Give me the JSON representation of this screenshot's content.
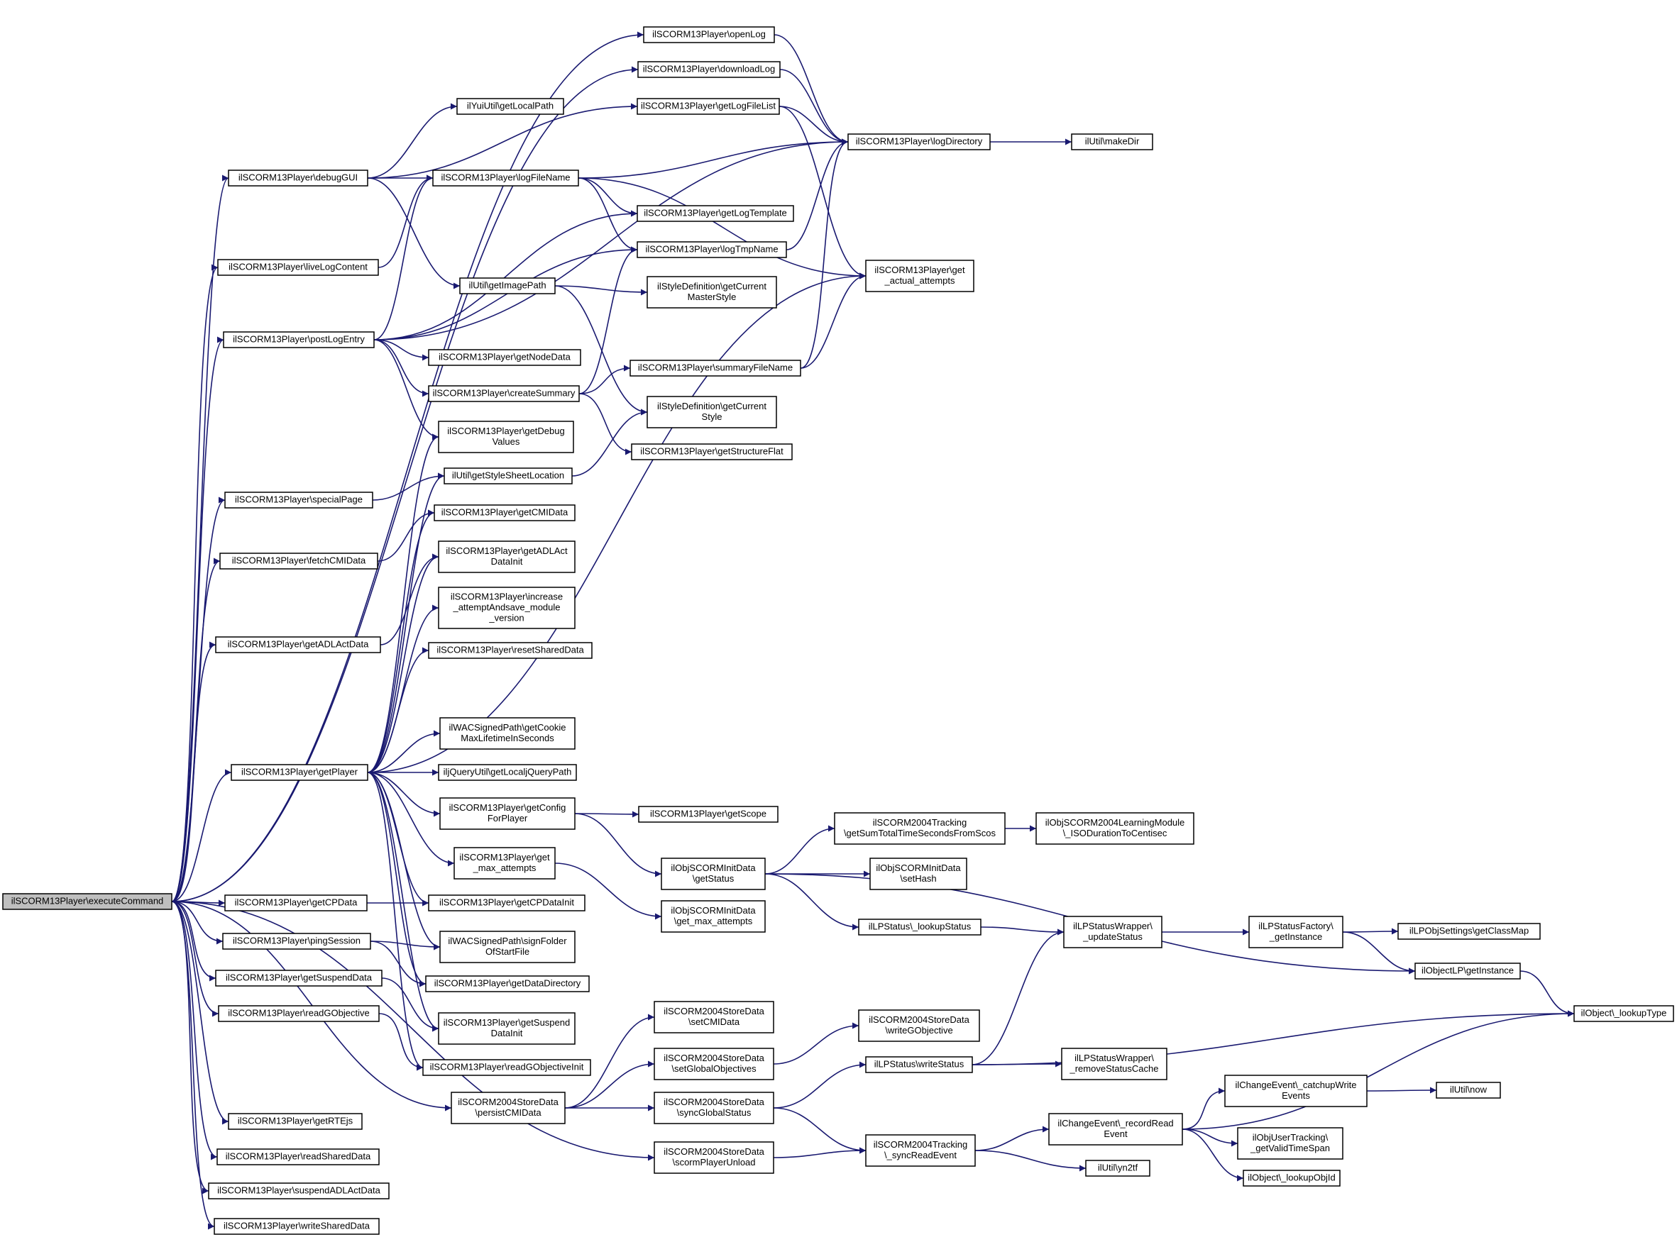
{
  "nodes": [
    {
      "id": "execCmd",
      "lines": [
        "ilSCORM13Player\\executeCommand"
      ],
      "root": true
    },
    {
      "id": "openLog",
      "lines": [
        "ilSCORM13Player\\openLog"
      ]
    },
    {
      "id": "downloadLog",
      "lines": [
        "ilSCORM13Player\\downloadLog"
      ]
    },
    {
      "id": "yuiLocalPath",
      "lines": [
        "ilYuiUtil\\getLocalPath"
      ]
    },
    {
      "id": "getLogFileList",
      "lines": [
        "ilSCORM13Player\\getLogFileList"
      ]
    },
    {
      "id": "logDirectory",
      "lines": [
        "ilSCORM13Player\\logDirectory"
      ]
    },
    {
      "id": "makeDir",
      "lines": [
        "ilUtil\\makeDir"
      ]
    },
    {
      "id": "debugGUI",
      "lines": [
        "ilSCORM13Player\\debugGUI"
      ]
    },
    {
      "id": "logFileName",
      "lines": [
        "ilSCORM13Player\\logFileName"
      ]
    },
    {
      "id": "getLogTemplate",
      "lines": [
        "ilSCORM13Player\\getLogTemplate"
      ]
    },
    {
      "id": "liveLogContent",
      "lines": [
        "ilSCORM13Player\\liveLogContent"
      ]
    },
    {
      "id": "logTmpName",
      "lines": [
        "ilSCORM13Player\\logTmpName"
      ]
    },
    {
      "id": "getActualAttempts",
      "lines": [
        "ilSCORM13Player\\get",
        "_actual_attempts"
      ]
    },
    {
      "id": "getImagePath",
      "lines": [
        "ilUtil\\getImagePath"
      ]
    },
    {
      "id": "curMasterStyle",
      "lines": [
        "ilStyleDefinition\\getCurrent",
        "MasterStyle"
      ]
    },
    {
      "id": "postLogEntry",
      "lines": [
        "ilSCORM13Player\\postLogEntry"
      ]
    },
    {
      "id": "getNodeData",
      "lines": [
        "ilSCORM13Player\\getNodeData"
      ]
    },
    {
      "id": "summaryFileName",
      "lines": [
        "ilSCORM13Player\\summaryFileName"
      ]
    },
    {
      "id": "createSummary",
      "lines": [
        "ilSCORM13Player\\createSummary"
      ]
    },
    {
      "id": "curStyle",
      "lines": [
        "ilStyleDefinition\\getCurrent",
        "Style"
      ]
    },
    {
      "id": "getDebugValues",
      "lines": [
        "ilSCORM13Player\\getDebug",
        "Values"
      ]
    },
    {
      "id": "getStructureFlat",
      "lines": [
        "ilSCORM13Player\\getStructureFlat"
      ]
    },
    {
      "id": "styleSheetLoc",
      "lines": [
        "ilUtil\\getStyleSheetLocation"
      ]
    },
    {
      "id": "specialPage",
      "lines": [
        "ilSCORM13Player\\specialPage"
      ]
    },
    {
      "id": "getCMIData",
      "lines": [
        "ilSCORM13Player\\getCMIData"
      ]
    },
    {
      "id": "fetchCMIData",
      "lines": [
        "ilSCORM13Player\\fetchCMIData"
      ]
    },
    {
      "id": "getADLActDataInit",
      "lines": [
        "ilSCORM13Player\\getADLAct",
        "DataInit"
      ]
    },
    {
      "id": "increaseAttempt",
      "lines": [
        "ilSCORM13Player\\increase",
        "_attemptAndsave_module",
        "_version"
      ]
    },
    {
      "id": "getADLActData",
      "lines": [
        "ilSCORM13Player\\getADLActData"
      ]
    },
    {
      "id": "resetSharedData",
      "lines": [
        "ilSCORM13Player\\resetSharedData"
      ]
    },
    {
      "id": "wacCookie",
      "lines": [
        "ilWACSignedPath\\getCookie",
        "MaxLifetimeInSeconds"
      ]
    },
    {
      "id": "getPlayer",
      "lines": [
        "ilSCORM13Player\\getPlayer"
      ]
    },
    {
      "id": "jQueryPath",
      "lines": [
        "iljQueryUtil\\getLocaljQueryPath"
      ]
    },
    {
      "id": "getConfigForPlayer",
      "lines": [
        "ilSCORM13Player\\getConfig",
        "ForPlayer"
      ]
    },
    {
      "id": "getScope",
      "lines": [
        "ilSCORM13Player\\getScope"
      ]
    },
    {
      "id": "getSumTotal",
      "lines": [
        "ilSCORM2004Tracking",
        "\\getSumTotalTimeSecondsFromScos"
      ]
    },
    {
      "id": "isoDuration",
      "lines": [
        "ilObjSCORM2004LearningModule",
        "\\_ISODurationToCentisec"
      ]
    },
    {
      "id": "getMaxAttempts",
      "lines": [
        "ilSCORM13Player\\get",
        "_max_attempts"
      ]
    },
    {
      "id": "initDataGetStatus",
      "lines": [
        "ilObjSCORMInitData",
        "\\getStatus"
      ]
    },
    {
      "id": "initDataSetHash",
      "lines": [
        "ilObjSCORMInitData",
        "\\setHash"
      ]
    },
    {
      "id": "getCPData",
      "lines": [
        "ilSCORM13Player\\getCPData"
      ]
    },
    {
      "id": "getCPDataInit",
      "lines": [
        "ilSCORM13Player\\getCPDataInit"
      ]
    },
    {
      "id": "initDataMaxAttempts",
      "lines": [
        "ilObjSCORMInitData",
        "\\get_max_attempts"
      ]
    },
    {
      "id": "lpLookupStatus",
      "lines": [
        "ilLPStatus\\_lookupStatus"
      ]
    },
    {
      "id": "lpUpdateStatus",
      "lines": [
        "ilLPStatusWrapper\\",
        "_updateStatus"
      ]
    },
    {
      "id": "lpFactory",
      "lines": [
        "ilLPStatusFactory\\",
        "_getInstance"
      ]
    },
    {
      "id": "lpClassMap",
      "lines": [
        "ilLPObjSettings\\getClassMap"
      ]
    },
    {
      "id": "pingSession",
      "lines": [
        "ilSCORM13Player\\pingSession"
      ]
    },
    {
      "id": "wacSignFolder",
      "lines": [
        "ilWACSignedPath\\signFolder",
        "OfStartFile"
      ]
    },
    {
      "id": "objectLPInstance",
      "lines": [
        "ilObjectLP\\getInstance"
      ]
    },
    {
      "id": "getSuspendData",
      "lines": [
        "ilSCORM13Player\\getSuspendData"
      ]
    },
    {
      "id": "getDataDirectory",
      "lines": [
        "ilSCORM13Player\\getDataDirectory"
      ]
    },
    {
      "id": "readGObjective",
      "lines": [
        "ilSCORM13Player\\readGObjective"
      ]
    },
    {
      "id": "getSuspendDataInit",
      "lines": [
        "ilSCORM13Player\\getSuspend",
        "DataInit"
      ]
    },
    {
      "id": "storeSetCMIData",
      "lines": [
        "ilSCORM2004StoreData",
        "\\setCMIData"
      ]
    },
    {
      "id": "storeWriteGObj",
      "lines": [
        "ilSCORM2004StoreData",
        "\\writeGObjective"
      ]
    },
    {
      "id": "lookupType",
      "lines": [
        "ilObject\\_lookupType"
      ]
    },
    {
      "id": "readGObjectiveInit",
      "lines": [
        "ilSCORM13Player\\readGObjectiveInit"
      ]
    },
    {
      "id": "storeSetGlobalObj",
      "lines": [
        "ilSCORM2004StoreData",
        "\\setGlobalObjectives"
      ]
    },
    {
      "id": "lpWriteStatus",
      "lines": [
        "ilLPStatus\\writeStatus"
      ]
    },
    {
      "id": "lpRemoveCache",
      "lines": [
        "ilLPStatusWrapper\\",
        "_removeStatusCache"
      ]
    },
    {
      "id": "catchupWrite",
      "lines": [
        "ilChangeEvent\\_catchupWrite",
        "Events"
      ]
    },
    {
      "id": "utilNow",
      "lines": [
        "ilUtil\\now"
      ]
    },
    {
      "id": "storePersist",
      "lines": [
        "ilSCORM2004StoreData",
        "\\persistCMIData"
      ]
    },
    {
      "id": "storeSyncGlobal",
      "lines": [
        "ilSCORM2004StoreData",
        "\\syncGlobalStatus"
      ]
    },
    {
      "id": "recordRead",
      "lines": [
        "ilChangeEvent\\_recordRead",
        "Event"
      ]
    },
    {
      "id": "getValidTimeSpan",
      "lines": [
        "ilObjUserTracking\\",
        "_getValidTimeSpan"
      ]
    },
    {
      "id": "getRTEjs",
      "lines": [
        "ilSCORM13Player\\getRTEjs"
      ]
    },
    {
      "id": "storeUnload",
      "lines": [
        "ilSCORM2004StoreData",
        "\\scormPlayerUnload"
      ]
    },
    {
      "id": "syncReadEvent",
      "lines": [
        "ilSCORM2004Tracking",
        "\\_syncReadEvent"
      ]
    },
    {
      "id": "readSharedData",
      "lines": [
        "ilSCORM13Player\\readSharedData"
      ]
    },
    {
      "id": "yn2tf",
      "lines": [
        "ilUtil\\yn2tf"
      ]
    },
    {
      "id": "lookupObjId",
      "lines": [
        "ilObject\\_lookupObjId"
      ]
    },
    {
      "id": "suspendADLActData",
      "lines": [
        "ilSCORM13Player\\suspendADLActData"
      ]
    },
    {
      "id": "writeSharedData",
      "lines": [
        "ilSCORM13Player\\writeSharedData"
      ]
    }
  ],
  "edges": [
    [
      "execCmd",
      "openLog"
    ],
    [
      "execCmd",
      "downloadLog"
    ],
    [
      "execCmd",
      "debugGUI"
    ],
    [
      "execCmd",
      "liveLogContent"
    ],
    [
      "execCmd",
      "postLogEntry"
    ],
    [
      "execCmd",
      "specialPage"
    ],
    [
      "execCmd",
      "fetchCMIData"
    ],
    [
      "execCmd",
      "getADLActData"
    ],
    [
      "execCmd",
      "getPlayer"
    ],
    [
      "execCmd",
      "getCPData"
    ],
    [
      "execCmd",
      "pingSession"
    ],
    [
      "execCmd",
      "getSuspendData"
    ],
    [
      "execCmd",
      "readGObjective"
    ],
    [
      "execCmd",
      "getRTEjs"
    ],
    [
      "execCmd",
      "readSharedData"
    ],
    [
      "execCmd",
      "suspendADLActData"
    ],
    [
      "execCmd",
      "writeSharedData"
    ],
    [
      "execCmd",
      "storePersist"
    ],
    [
      "execCmd",
      "storeUnload"
    ],
    [
      "openLog",
      "logDirectory"
    ],
    [
      "downloadLog",
      "logDirectory"
    ],
    [
      "getLogFileList",
      "logDirectory"
    ],
    [
      "getLogFileList",
      "getActualAttempts"
    ],
    [
      "logDirectory",
      "makeDir"
    ],
    [
      "debugGUI",
      "yuiLocalPath"
    ],
    [
      "debugGUI",
      "getLogFileList"
    ],
    [
      "debugGUI",
      "logFileName"
    ],
    [
      "debugGUI",
      "getImagePath"
    ],
    [
      "logFileName",
      "logDirectory"
    ],
    [
      "logFileName",
      "getLogTemplate"
    ],
    [
      "logFileName",
      "logTmpName"
    ],
    [
      "logFileName",
      "getActualAttempts"
    ],
    [
      "liveLogContent",
      "logFileName"
    ],
    [
      "logTmpName",
      "logDirectory"
    ],
    [
      "getImagePath",
      "curMasterStyle"
    ],
    [
      "getImagePath",
      "curStyle"
    ],
    [
      "postLogEntry",
      "logFileName"
    ],
    [
      "postLogEntry",
      "getLogTemplate"
    ],
    [
      "postLogEntry",
      "logTmpName"
    ],
    [
      "postLogEntry",
      "logDirectory"
    ],
    [
      "postLogEntry",
      "getNodeData"
    ],
    [
      "postLogEntry",
      "createSummary"
    ],
    [
      "postLogEntry",
      "getDebugValues"
    ],
    [
      "createSummary",
      "logTmpName"
    ],
    [
      "createSummary",
      "summaryFileName"
    ],
    [
      "createSummary",
      "getStructureFlat"
    ],
    [
      "summaryFileName",
      "logDirectory"
    ],
    [
      "summaryFileName",
      "getActualAttempts"
    ],
    [
      "styleSheetLoc",
      "curStyle"
    ],
    [
      "specialPage",
      "styleSheetLoc"
    ],
    [
      "fetchCMIData",
      "getCMIData"
    ],
    [
      "getADLActData",
      "getADLActDataInit"
    ],
    [
      "getPlayer",
      "getDebugValues"
    ],
    [
      "getPlayer",
      "styleSheetLoc"
    ],
    [
      "getPlayer",
      "getCMIData"
    ],
    [
      "getPlayer",
      "getADLActDataInit"
    ],
    [
      "getPlayer",
      "increaseAttempt"
    ],
    [
      "getPlayer",
      "resetSharedData"
    ],
    [
      "getPlayer",
      "getActualAttempts"
    ],
    [
      "getPlayer",
      "wacCookie"
    ],
    [
      "getPlayer",
      "jQueryPath"
    ],
    [
      "getPlayer",
      "getConfigForPlayer"
    ],
    [
      "getPlayer",
      "getMaxAttempts"
    ],
    [
      "getPlayer",
      "getCPDataInit"
    ],
    [
      "getPlayer",
      "wacSignFolder"
    ],
    [
      "getPlayer",
      "getDataDirectory"
    ],
    [
      "getPlayer",
      "getSuspendDataInit"
    ],
    [
      "getPlayer",
      "readGObjectiveInit"
    ],
    [
      "getConfigForPlayer",
      "getScope"
    ],
    [
      "getConfigForPlayer",
      "initDataGetStatus"
    ],
    [
      "getMaxAttempts",
      "initDataMaxAttempts"
    ],
    [
      "initDataGetStatus",
      "getSumTotal"
    ],
    [
      "initDataGetStatus",
      "initDataSetHash"
    ],
    [
      "initDataGetStatus",
      "lpLookupStatus"
    ],
    [
      "initDataGetStatus",
      "objectLPInstance"
    ],
    [
      "getSumTotal",
      "isoDuration"
    ],
    [
      "getCPData",
      "getCPDataInit"
    ],
    [
      "lpLookupStatus",
      "lpUpdateStatus"
    ],
    [
      "lpUpdateStatus",
      "lpFactory"
    ],
    [
      "lpFactory",
      "lpClassMap"
    ],
    [
      "lpFactory",
      "objectLPInstance"
    ],
    [
      "objectLPInstance",
      "lookupType"
    ],
    [
      "pingSession",
      "wacSignFolder"
    ],
    [
      "pingSession",
      "getDataDirectory"
    ],
    [
      "getSuspendData",
      "getSuspendDataInit"
    ],
    [
      "readGObjective",
      "readGObjectiveInit"
    ],
    [
      "storePersist",
      "storeSetCMIData"
    ],
    [
      "storePersist",
      "storeSetGlobalObj"
    ],
    [
      "storePersist",
      "storeSyncGlobal"
    ],
    [
      "storeSetGlobalObj",
      "storeWriteGObj"
    ],
    [
      "storeSyncGlobal",
      "lpWriteStatus"
    ],
    [
      "storeSyncGlobal",
      "syncReadEvent"
    ],
    [
      "lpWriteStatus",
      "lpUpdateStatus"
    ],
    [
      "lpWriteStatus",
      "lpRemoveCache"
    ],
    [
      "lpWriteStatus",
      "lookupType"
    ],
    [
      "storeUnload",
      "syncReadEvent"
    ],
    [
      "syncReadEvent",
      "recordRead"
    ],
    [
      "syncReadEvent",
      "yn2tf"
    ],
    [
      "recordRead",
      "lookupType"
    ],
    [
      "recordRead",
      "catchupWrite"
    ],
    [
      "recordRead",
      "getValidTimeSpan"
    ],
    [
      "recordRead",
      "lookupObjId"
    ],
    [
      "catchupWrite",
      "utilNow"
    ]
  ]
}
